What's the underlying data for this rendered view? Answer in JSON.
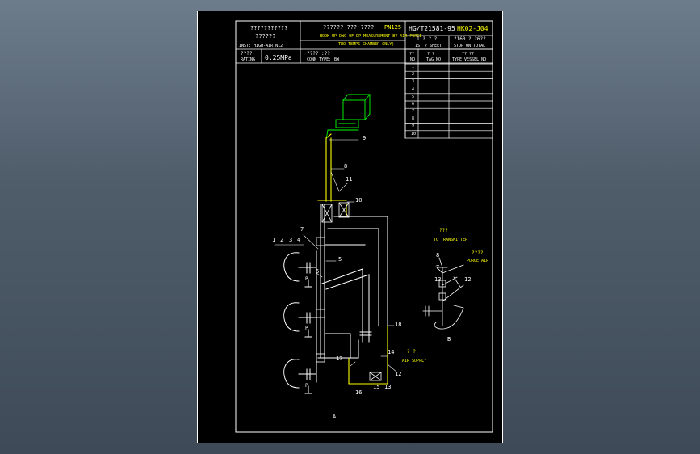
{
  "title_block": {
    "company_line1": "???????????",
    "company_line2": "??????",
    "drawing_title_cn": "?????? ??? ????",
    "code": "PN125",
    "drawing_title_en": "HOOK-UP DWG OF DP MEASUREMENT BY AIR PURGE",
    "drawing_subtitle_en": "(TWO TEMPS CHAMBER ONLY)",
    "standard_no": "HG/T21581-95",
    "drawing_no": "HK02-J04",
    "sheet_label": "1 ? ? ?",
    "sheet_label_en": "1ST ? SHEET",
    "gaoya_label": "?160 ?   ?6??",
    "gaoya_label_en": "STOP ON TOTAL",
    "fluid_label": "INST: HIGH-AIR N12",
    "pressure_label_cn": "????",
    "pressure_label_en": "RATING",
    "pressure_value": "0.25MPa",
    "conn_label_cn": "????   :??",
    "conn_label_en": "CONN TYPE:",
    "conn_value": "BW"
  },
  "parts_table": {
    "headers": [
      "??",
      "?  ?",
      "??  ??"
    ],
    "headers_en": [
      "NO",
      "TAG NO",
      "TYPE  VESSEL NO"
    ],
    "rows": [
      "1",
      "2",
      "3",
      "4",
      "5",
      "6",
      "7",
      "8",
      "9",
      "10"
    ]
  },
  "callouts": {
    "main": [
      "1",
      "2",
      "3",
      "4",
      "5",
      "6",
      "7",
      "8",
      "9",
      "10",
      "11",
      "12",
      "13",
      "14",
      "15",
      "16",
      "17",
      "18"
    ],
    "detail_b": [
      "8",
      "7",
      "12",
      "13"
    ]
  },
  "labels": {
    "to_transmitter_cn": "???",
    "to_transmitter_en": "TO TRANSMITTER",
    "purge_air_cn": "????",
    "purge_air_en": "PURGE AIR",
    "air_supply_cn": "? ?",
    "air_supply_en": "AIR SUPPLY",
    "view_a": "A",
    "view_b": "B",
    "p_mark": "P"
  },
  "colors": {
    "background": "#000000",
    "border": "#ffffff",
    "title_text": "#ffff00",
    "green_instrument": "#00ff00",
    "yellow_line": "#ffff00",
    "white_line": "#ffffff"
  }
}
